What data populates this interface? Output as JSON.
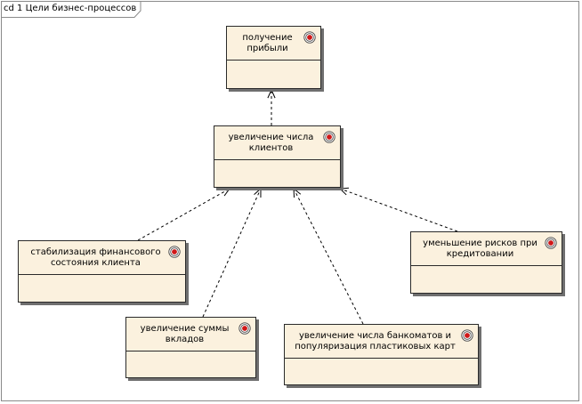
{
  "diagram": {
    "frame_label": "cd 1 Цели бизнес-процессов",
    "node_icon": "goal-target-icon",
    "colors": {
      "node_fill": "#fbf1de",
      "node_border": "#2a2a2a",
      "icon_red": "#d01818",
      "edge": "#000000"
    },
    "nodes": [
      {
        "id": "profit",
        "label": "получение\nприбыли"
      },
      {
        "id": "clients",
        "label": "увеличение числа\nклиентов"
      },
      {
        "id": "stabilization",
        "label": "стабилизация финансового\nсостояния клиента"
      },
      {
        "id": "deposits",
        "label": "увеличение суммы\nвкладов"
      },
      {
        "id": "atms",
        "label": "увеличение числа банкоматов и\nпопуляризация пластиковых карт"
      },
      {
        "id": "risks",
        "label": "уменьшение рисков при\nкредитовании"
      }
    ],
    "edges": [
      {
        "from": "clients",
        "to": "profit"
      },
      {
        "from": "stabilization",
        "to": "clients"
      },
      {
        "from": "deposits",
        "to": "clients"
      },
      {
        "from": "atms",
        "to": "clients"
      },
      {
        "from": "risks",
        "to": "clients"
      }
    ]
  }
}
